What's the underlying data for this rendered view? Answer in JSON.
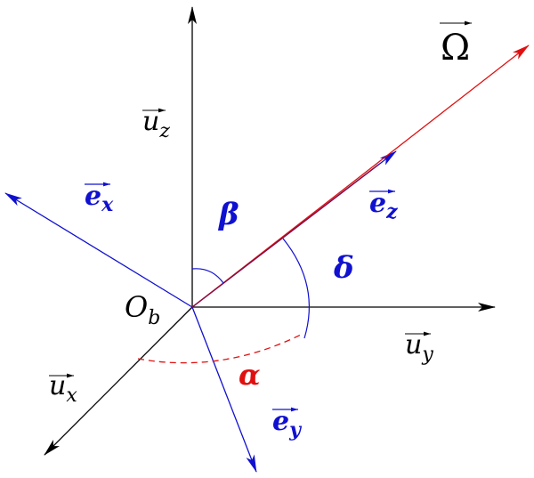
{
  "colors": {
    "black": "#000000",
    "blue": "#1010d0",
    "red": "#e01010",
    "purple": "#8a1040"
  },
  "labels": {
    "omega": "Ω",
    "uz_base": "u",
    "uz_sub": "z",
    "uy_base": "u",
    "uy_sub": "y",
    "ux_base": "u",
    "ux_sub": "x",
    "ex_base": "e",
    "ex_sub": "x",
    "ey_base": "e",
    "ey_sub": "y",
    "ez_base": "e",
    "ez_sub": "z",
    "origin_base": "O",
    "origin_sub": "b",
    "alpha": "α",
    "beta": "β",
    "delta": "δ"
  }
}
